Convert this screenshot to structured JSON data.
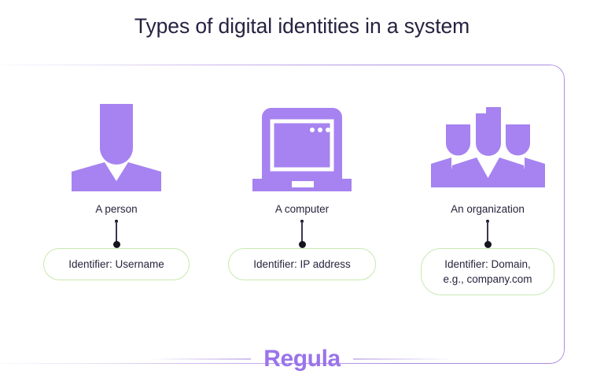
{
  "page": {
    "title": "Types of digital identities in a system",
    "accent_purple": "#a683f0",
    "logo_purple": "#9a74ea",
    "pill_border_green": "#c7e9b0",
    "text_dark": "#26243c",
    "frame_purple": "#8b5fd6"
  },
  "items": [
    {
      "icon": "person-icon",
      "caption": "A person",
      "identifier": "Identifier: Username"
    },
    {
      "icon": "laptop-computer-icon",
      "caption": "A computer",
      "identifier": "Identifier: IP address"
    },
    {
      "icon": "organization-people-icon",
      "caption": "An organization",
      "identifier": "Identifier: Domain,\ne.g., company.com"
    }
  ],
  "footer": {
    "logo_text": "Regula"
  }
}
